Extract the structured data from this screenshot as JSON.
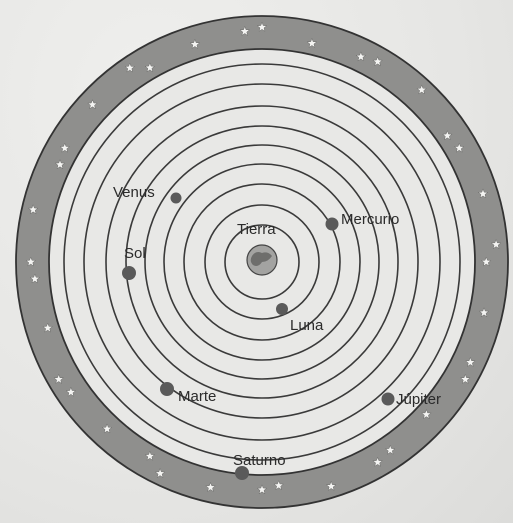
{
  "diagram": {
    "center_label": "Tierra",
    "bodies": [
      {
        "label": "Luna"
      },
      {
        "label": "Mercurio"
      },
      {
        "label": "Venus"
      },
      {
        "label": "Sol"
      },
      {
        "label": "Marte"
      },
      {
        "label": "Júpiter"
      },
      {
        "label": "Saturno"
      }
    ],
    "colors": {
      "background": "#e9e9e7",
      "star_band": "#8f8f8d",
      "orbit": "#3a3a3a",
      "planet": "#5a5a5a",
      "earth": "#9a9a98",
      "star": "#f4f4f2"
    }
  }
}
